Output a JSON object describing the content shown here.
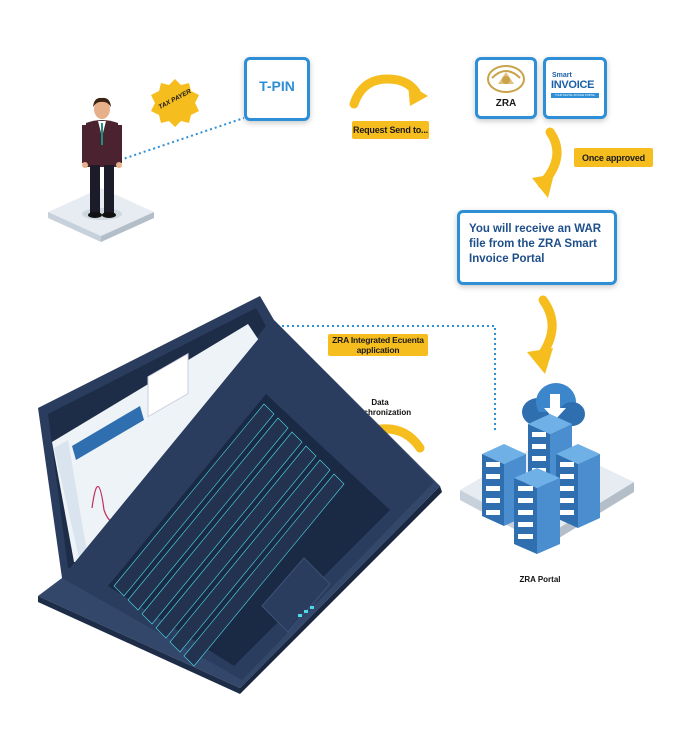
{
  "taxpayer_badge": "TAX PAYER",
  "tpin_label": "T-PIN",
  "request_label": "Request Send to...",
  "zra_logo_text": "ZRA",
  "smart_invoice": {
    "top": "Smart",
    "main": "INVOICE",
    "sub": "YOUR DIGITAL INVOICE PORTAL"
  },
  "once_approved_label": "Once approved",
  "war_message": "You will receive an WAR file from the ZRA Smart Invoice Portal",
  "ecuenta_label": "ZRA Integrated Ecuenta application",
  "sync_label": "Data Synchronization",
  "portal_label": "ZRA Portal",
  "colors": {
    "accent_blue": "#2f8fd6",
    "highlight_yellow": "#f6bd1e",
    "laptop_navy": "#2a3d5e",
    "key_glow": "#4dd9e6"
  },
  "icons": [
    "person-icon",
    "badge-icon",
    "arrow-icon",
    "zra-emblem-icon",
    "cloud-icon",
    "server-icon",
    "laptop-icon",
    "sync-arrows-icon"
  ]
}
